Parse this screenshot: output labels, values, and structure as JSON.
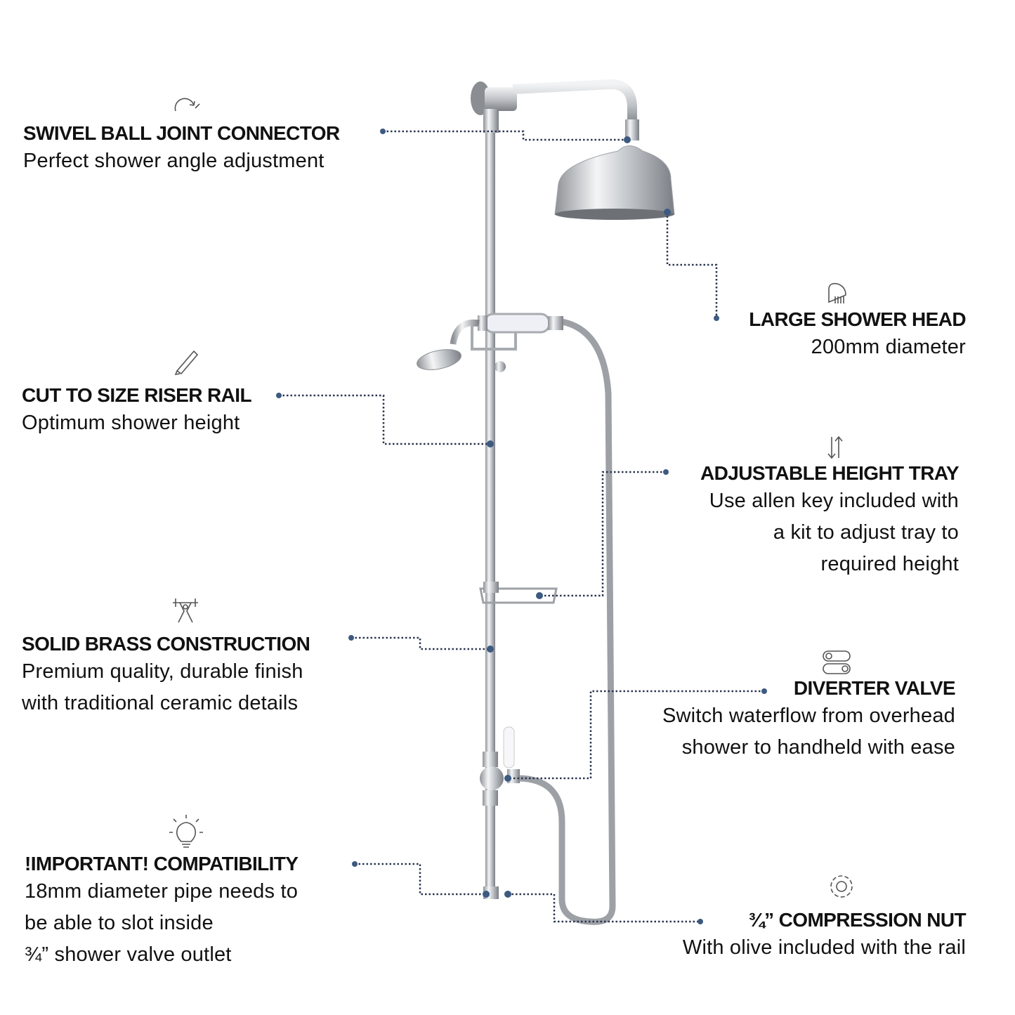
{
  "features": {
    "swivel": {
      "icon": "rotate-arrow-icon",
      "title": "SWIVEL BALL JOINT CONNECTOR",
      "lines": [
        "Perfect shower angle adjustment"
      ]
    },
    "shower_head": {
      "icon": "shower-icon",
      "title": "LARGE SHOWER HEAD",
      "lines": [
        "200mm diameter"
      ]
    },
    "riser_rail": {
      "icon": "saw-icon",
      "title": "CUT TO SIZE RISER RAIL",
      "lines": [
        "Optimum shower height"
      ]
    },
    "tray": {
      "icon": "up-down-arrows-icon",
      "title": "ADJUSTABLE HEIGHT TRAY",
      "lines": [
        "Use allen key included with",
        "a kit to adjust tray to",
        "required height"
      ]
    },
    "brass": {
      "icon": "weightlifter-icon",
      "title": "SOLID BRASS CONSTRUCTION",
      "lines": [
        "Premium quality, durable finish",
        "with traditional ceramic details"
      ]
    },
    "diverter": {
      "icon": "toggle-switch-icon",
      "title": "DIVERTER VALVE",
      "lines": [
        "Switch waterflow from overhead",
        "shower to handheld with ease"
      ]
    },
    "compatibility": {
      "icon": "lightbulb-icon",
      "title": "!IMPORTANT! COMPATIBILITY",
      "lines": [
        "18mm diameter pipe needs to",
        "be able to slot inside",
        "¾” shower valve outlet"
      ]
    },
    "nut": {
      "icon": "gear-icon",
      "title": "¾” COMPRESSION NUT",
      "lines": [
        "With olive included with the rail"
      ]
    }
  },
  "colors": {
    "leader": "#2a3550",
    "dot": "#3d5a80",
    "chrome": "#b9bcc1",
    "text": "#111111"
  }
}
